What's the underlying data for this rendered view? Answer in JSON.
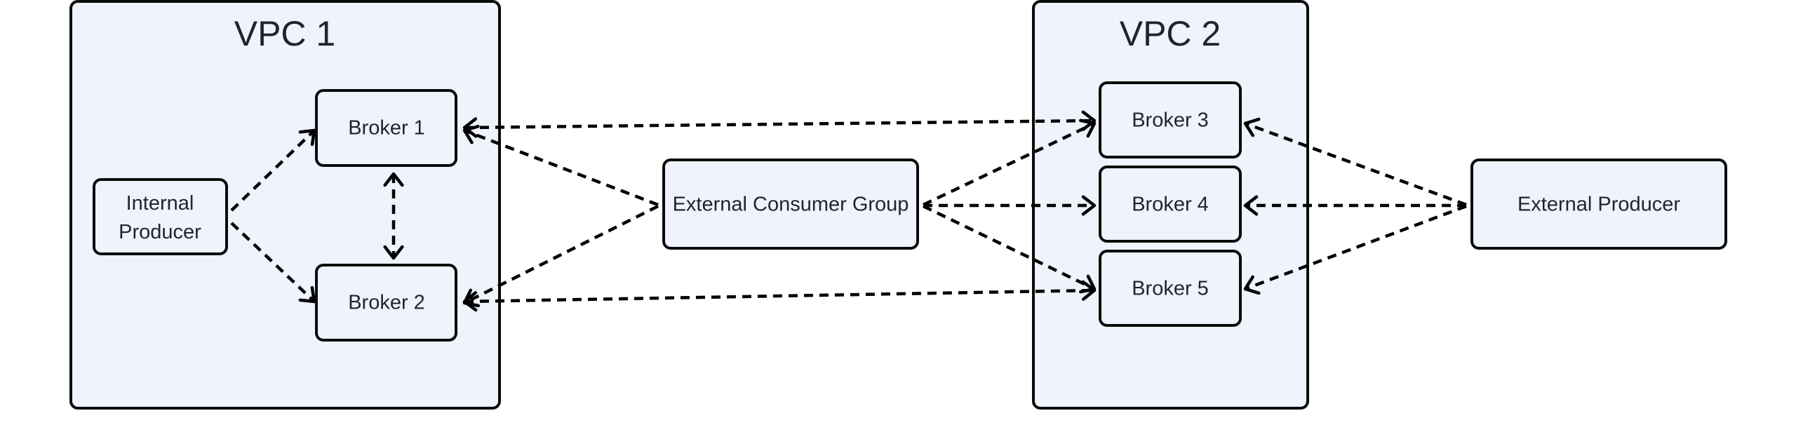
{
  "diagram": {
    "type": "network-architecture",
    "line_style": "dashed",
    "colors": {
      "container_fill": "#eef3fc",
      "node_fill": "#eef3fc",
      "stroke": "#0b0b0b",
      "text": "#1f2433",
      "background": "#ffffff"
    },
    "groups": [
      {
        "id": "vpc1",
        "title": "VPC 1",
        "children": [
          "internal_producer",
          "broker1",
          "broker2"
        ]
      },
      {
        "id": "vpc2",
        "title": "VPC 2",
        "children": [
          "broker3",
          "broker4",
          "broker5"
        ]
      }
    ],
    "nodes": [
      {
        "id": "internal_producer",
        "label_lines": [
          "Internal",
          "Producer"
        ]
      },
      {
        "id": "broker1",
        "label_lines": [
          "Broker 1"
        ]
      },
      {
        "id": "broker2",
        "label_lines": [
          "Broker 2"
        ]
      },
      {
        "id": "external_consumer_group",
        "label_lines": [
          "External Consumer Group"
        ]
      },
      {
        "id": "broker3",
        "label_lines": [
          "Broker 3"
        ]
      },
      {
        "id": "broker4",
        "label_lines": [
          "Broker 4"
        ]
      },
      {
        "id": "broker5",
        "label_lines": [
          "Broker 5"
        ]
      },
      {
        "id": "external_producer",
        "label_lines": [
          "External Producer"
        ]
      }
    ],
    "edges": [
      {
        "from": "internal_producer",
        "to": "broker1",
        "direction": "forward"
      },
      {
        "from": "internal_producer",
        "to": "broker2",
        "direction": "forward"
      },
      {
        "from": "broker1",
        "to": "broker2",
        "direction": "both"
      },
      {
        "from": "external_consumer_group",
        "to": "broker1",
        "direction": "forward"
      },
      {
        "from": "external_consumer_group",
        "to": "broker2",
        "direction": "forward"
      },
      {
        "from": "broker1",
        "to": "broker3",
        "direction": "both"
      },
      {
        "from": "broker2",
        "to": "broker5",
        "direction": "both"
      },
      {
        "from": "external_consumer_group",
        "to": "broker3",
        "direction": "forward"
      },
      {
        "from": "external_consumer_group",
        "to": "broker4",
        "direction": "forward"
      },
      {
        "from": "external_consumer_group",
        "to": "broker5",
        "direction": "forward"
      },
      {
        "from": "external_producer",
        "to": "broker3",
        "direction": "forward"
      },
      {
        "from": "external_producer",
        "to": "broker4",
        "direction": "forward"
      },
      {
        "from": "external_producer",
        "to": "broker5",
        "direction": "forward"
      }
    ]
  }
}
